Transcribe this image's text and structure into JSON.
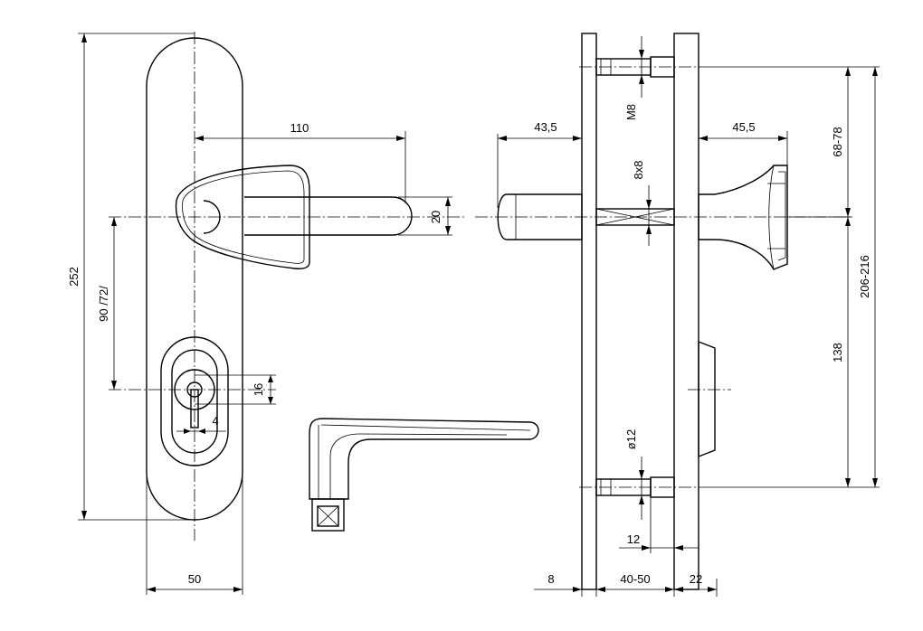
{
  "labels": {
    "dim_110": "110",
    "dim_20": "20",
    "dim_252": "252",
    "dim_90_72": "90 /72/",
    "dim_16": "16",
    "dim_4": "4",
    "dim_50": "50",
    "dim_43_5": "43,5",
    "dim_45_5": "45,5",
    "dim_m8": "M8",
    "dim_8x8": "8x8",
    "dim_68_78": "68-78",
    "dim_206_216": "206-216",
    "dim_138": "138",
    "dim_d12": "ø12",
    "dim_12": "12",
    "dim_8": "8",
    "dim_40_50": "40-50",
    "dim_22": "22"
  }
}
